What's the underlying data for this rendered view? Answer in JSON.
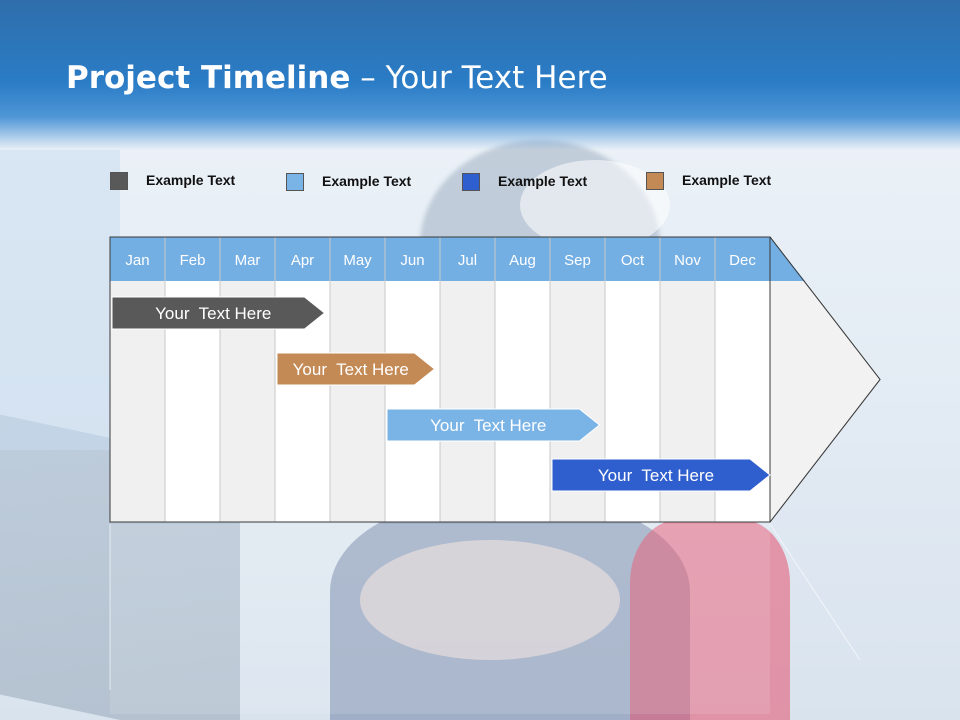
{
  "slide": {
    "title_bold": "Project Timeline",
    "title_rest": " – Your Text Here"
  },
  "legend": [
    {
      "label": "Example Text",
      "color": "#595959"
    },
    {
      "label": "Example Text",
      "color": "#7ab4e6"
    },
    {
      "label": "Example Text",
      "color": "#2f5fcf"
    },
    {
      "label": "Example Text",
      "color": "#c48a55"
    }
  ],
  "chart_data": {
    "type": "gantt",
    "months": [
      "Jan",
      "Feb",
      "Mar",
      "Apr",
      "May",
      "Jun",
      "Jul",
      "Aug",
      "Sep",
      "Oct",
      "Nov",
      "Dec"
    ],
    "header_color": "#74afe4",
    "tasks": [
      {
        "label": "Your  Text Here",
        "start": 0,
        "end": 3.9,
        "color": "#595959"
      },
      {
        "label": "Your  Text Here",
        "start": 3.0,
        "end": 5.9,
        "color": "#c48a55"
      },
      {
        "label": "Your  Text Here",
        "start": 5.0,
        "end": 8.9,
        "color": "#7ab4e6"
      },
      {
        "label": "Your  Text Here",
        "start": 8.0,
        "end": 12.0,
        "color": "#2f5fcf"
      }
    ]
  }
}
